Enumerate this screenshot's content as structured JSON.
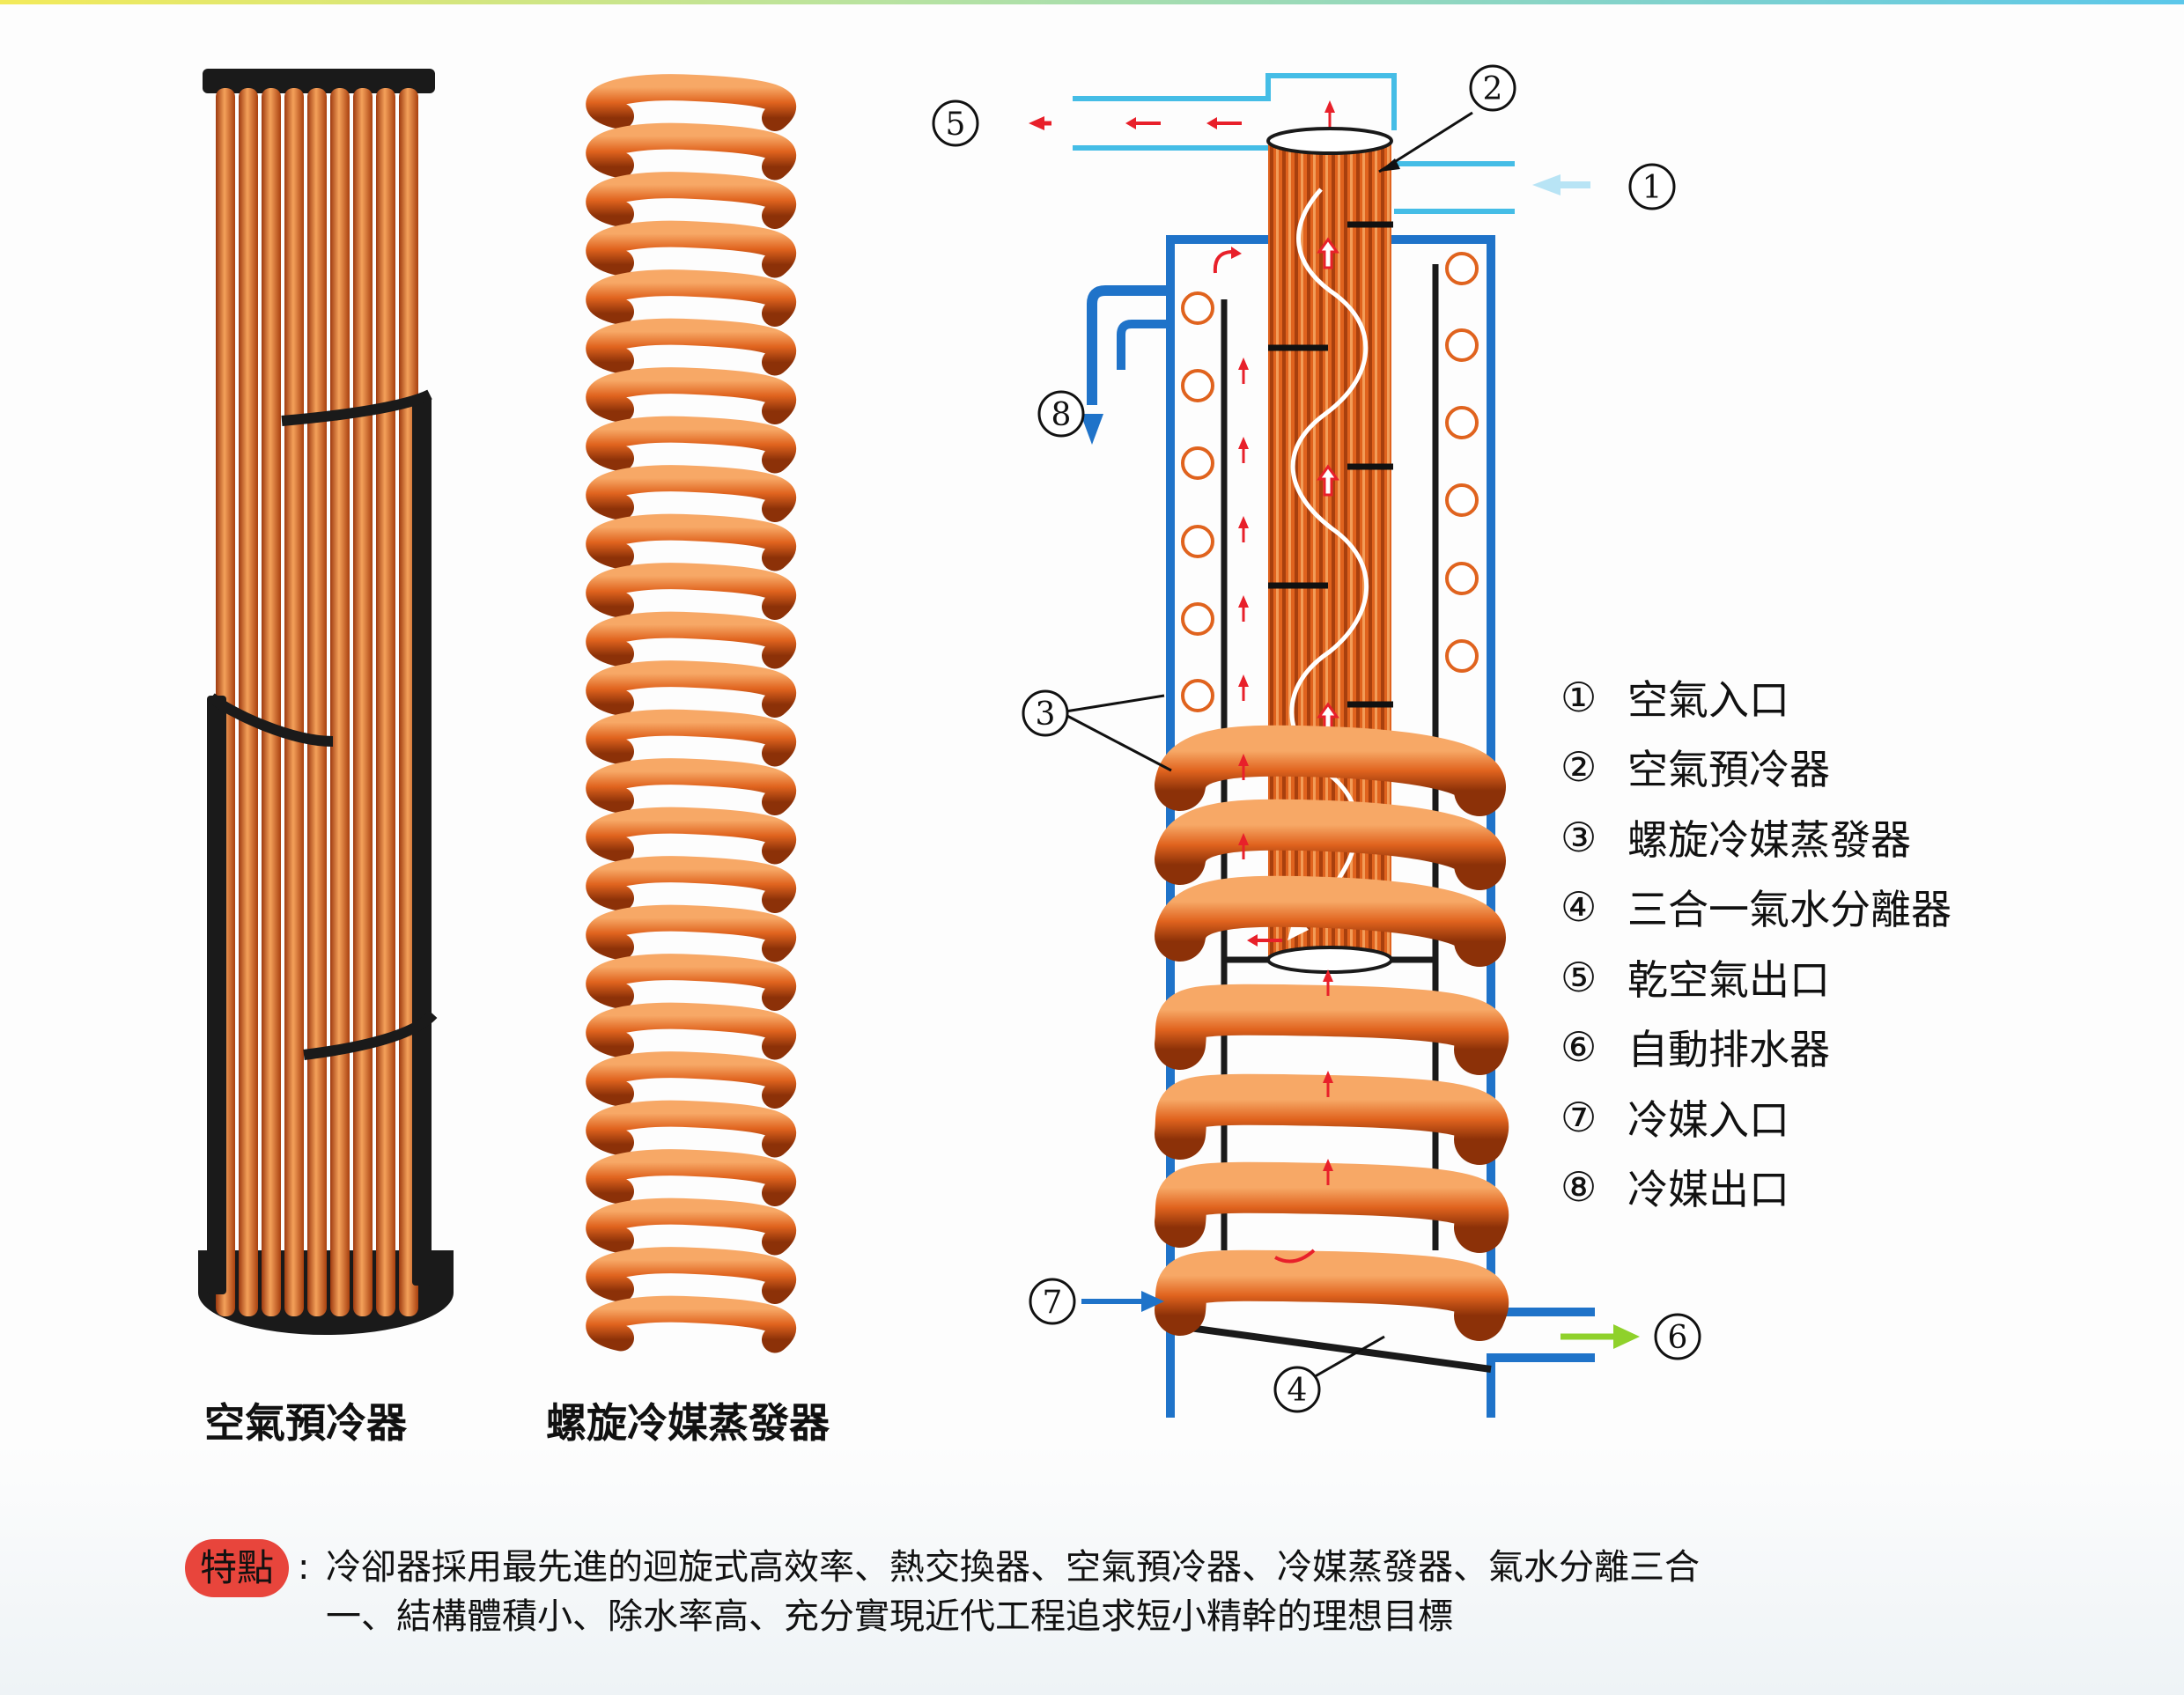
{
  "captions": {
    "air_precooler": "空氣預冷器",
    "spiral_evaporator": "螺旋冷媒蒸發器"
  },
  "markers": [
    "1",
    "2",
    "3",
    "4",
    "5",
    "6",
    "7",
    "8"
  ],
  "legend": [
    {
      "num": "①",
      "label": "空氣入口"
    },
    {
      "num": "②",
      "label": "空氣預冷器"
    },
    {
      "num": "③",
      "label": "螺旋冷媒蒸發器"
    },
    {
      "num": "④",
      "label": "三合一氣水分離器"
    },
    {
      "num": "⑤",
      "label": "乾空氣出口"
    },
    {
      "num": "⑥",
      "label": "自動排水器"
    },
    {
      "num": "⑦",
      "label": "冷媒入口"
    },
    {
      "num": "⑧",
      "label": "冷媒出口"
    }
  ],
  "features": {
    "badge": "特點",
    "colon": ":",
    "line1": "冷卻器採用最先進的迴旋式高效率、熱交換器、空氣預冷器、冷媒蒸發器、氣水分離三合",
    "line2": "一、結構體積小、除水率高、充分實現近代工程追求短小精幹的理想目標"
  },
  "colors": {
    "copper": "#e0631e",
    "copper_light": "#f4a15a",
    "copper_dark": "#9e3a10",
    "shell_blue": "#1f73c9",
    "air_pipe_cyan": "#45bde6",
    "flow_red": "#e8202a",
    "air_in_arrow": "#b8e4f5",
    "drain_arrow": "#8fd12b",
    "badge_red": "#e8453c"
  }
}
